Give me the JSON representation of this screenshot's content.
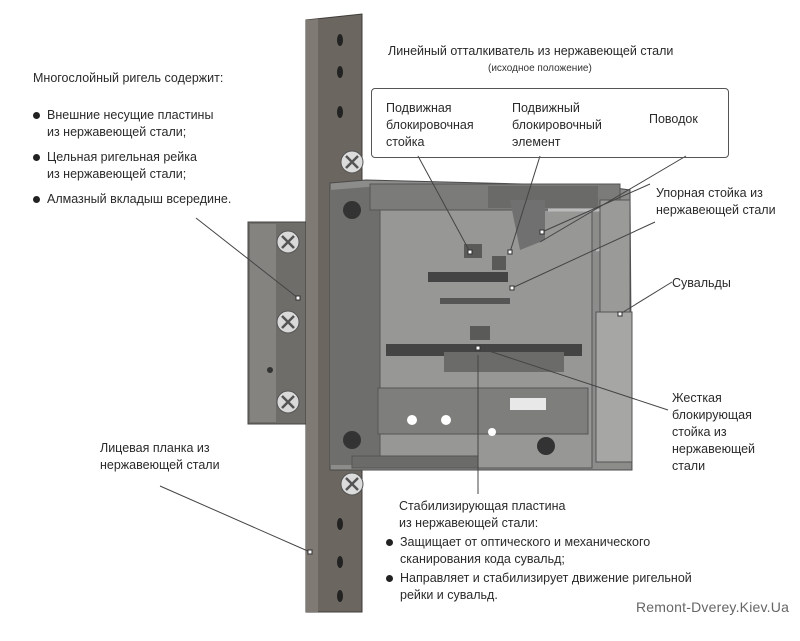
{
  "left_block": {
    "title": "Многослойный ригель содержит:",
    "items": [
      "Внешние несущие пластины\nиз нержавеющей стали;",
      "Цельная ригельная рейка\nиз нержавеющей стали;",
      "Алмазный вкладыш всередине."
    ]
  },
  "top_label": {
    "title": "Линейный отталкиватель из нержавеющей стали",
    "subtitle": "(исходное положение)"
  },
  "box_labels": {
    "movable_post": "Подвижная\nблокировочная\nстойка",
    "movable_element": "Подвижный\nблокировочный\nэлемент",
    "driver": "Поводок"
  },
  "right_labels": {
    "stop_post": "Упорная стойка из\nнержавеющей стали",
    "levers": "Сувальды",
    "rigid_post": "Жесткая\nблокирующая\nстойка из\nнержавеющей\nстали"
  },
  "faceplate_label": "Лицевая планка из\nнержавеющей стали",
  "stabilizer": {
    "title": "Стабилизирующая пластина\nиз нержавеющей стали:",
    "items": [
      "Защищает от оптического и механического\nсканирования кода сувальд;",
      "Направляет и стабилизирует движение ригельной\nрейки и сувальд."
    ]
  },
  "watermark": "Remont-Dverey.Kiev.Ua",
  "colors": {
    "faceplate": "#6b6660",
    "body": "#8a8a88",
    "dark": "#3c3c3c",
    "bolt": "#7a7876",
    "screw": "#d8d8d8"
  }
}
